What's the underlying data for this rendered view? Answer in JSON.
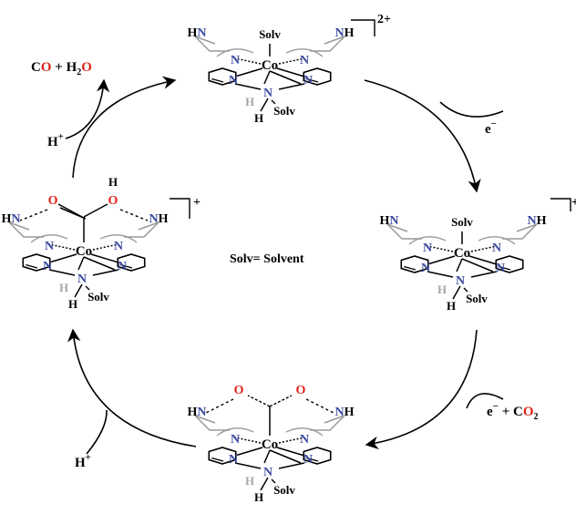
{
  "colors": {
    "nitrogen": "#3a4aa0",
    "oxygen": "#e0221b",
    "hydrogen_light": "#a8a8a8",
    "bond": "#000000",
    "ring_back": "#9a9a9a"
  },
  "metal": "Co",
  "atoms": {
    "n": "N",
    "o": "O",
    "h": "H",
    "c": "C"
  },
  "amine": {
    "hn": "HN",
    "nh": "NH"
  },
  "solvent_ligand": "Solv",
  "complexes": {
    "top": {
      "charge": "2+"
    },
    "right": {
      "charge": "+"
    },
    "bottom": {
      "charge": ""
    },
    "left": {
      "charge": "+"
    }
  },
  "legend": "Solv= Solvent",
  "steps": {
    "reduction_1": {
      "electron": "e",
      "sign": "−"
    },
    "reduction_2": {
      "electron": "e",
      "sign": "−",
      "plus": " + ",
      "co2_c": "C",
      "co2_o": "O",
      "co2_sub": "2"
    },
    "protonation_1": {
      "h": "H",
      "sign": "+"
    },
    "protonation_2": {
      "h": "H",
      "sign": "+"
    },
    "release": {
      "co_c": "C",
      "co_o": "O",
      "plus": " + ",
      "h2o_h": "H",
      "h2o_sub": "2",
      "h2o_o": "O"
    }
  }
}
